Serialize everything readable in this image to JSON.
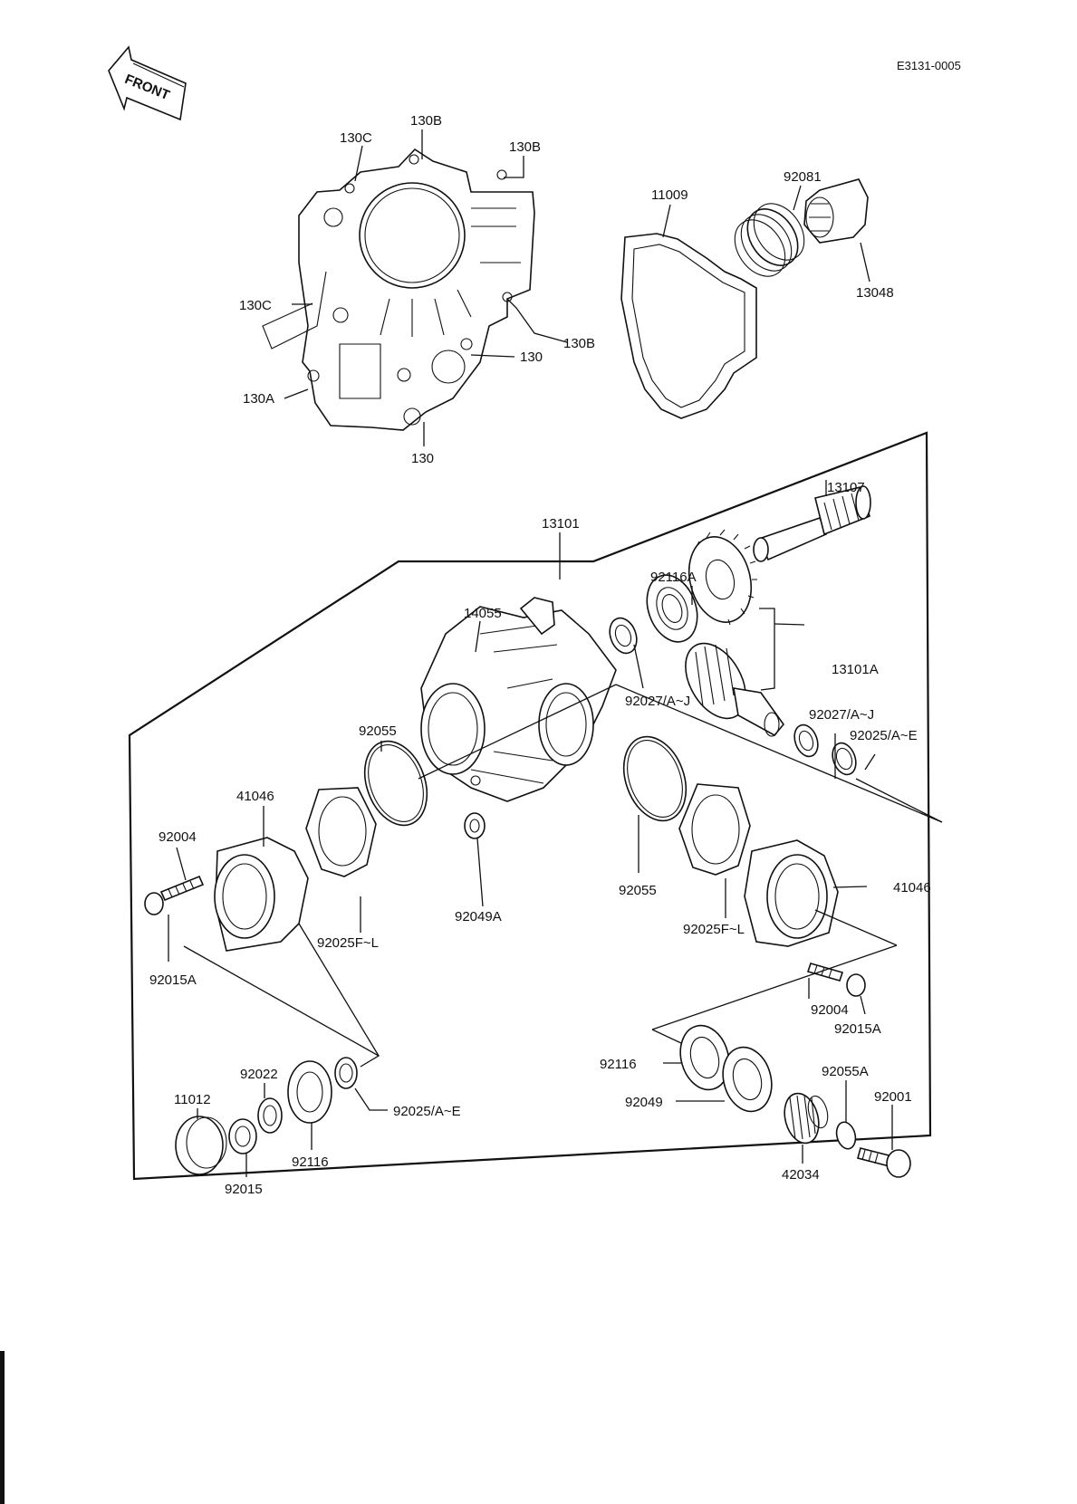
{
  "diagram_code": "E3131-0005",
  "front_label": "FRONT",
  "labels": {
    "l_130b_top": "130B",
    "l_130c_top": "130C",
    "l_130b_right": "130B",
    "l_130c_left": "130C",
    "l_130b_lower": "130B",
    "l_130_right": "130",
    "l_130a": "130A",
    "l_130_bottom": "130",
    "l_11009": "11009",
    "l_92081": "92081",
    "l_13048": "13048",
    "l_13107": "13107",
    "l_13101": "13101",
    "l_92116a": "92116A",
    "l_14055": "14055",
    "l_13101a": "13101A",
    "l_92027_left": "92027/A~J",
    "l_92027_right": "92027/A~J",
    "l_92025_ae_top": "92025/A~E",
    "l_92055_left": "92055",
    "l_41046_left": "41046",
    "l_92004_left": "92004",
    "l_92015a_left": "92015A",
    "l_92025fl_left": "92025F~L",
    "l_92049a": "92049A",
    "l_92055_center": "92055",
    "l_92025fl_right": "92025F~L",
    "l_41046_right": "41046",
    "l_92004_right": "92004",
    "l_92015a_right": "92015A",
    "l_11012": "11012",
    "l_92022": "92022",
    "l_92015": "92015",
    "l_92116_left": "92116",
    "l_92025_ae_bottom": "92025/A~E",
    "l_92116_right": "92116",
    "l_92049": "92049",
    "l_92055a": "92055A",
    "l_92001": "92001",
    "l_42034": "42034"
  }
}
